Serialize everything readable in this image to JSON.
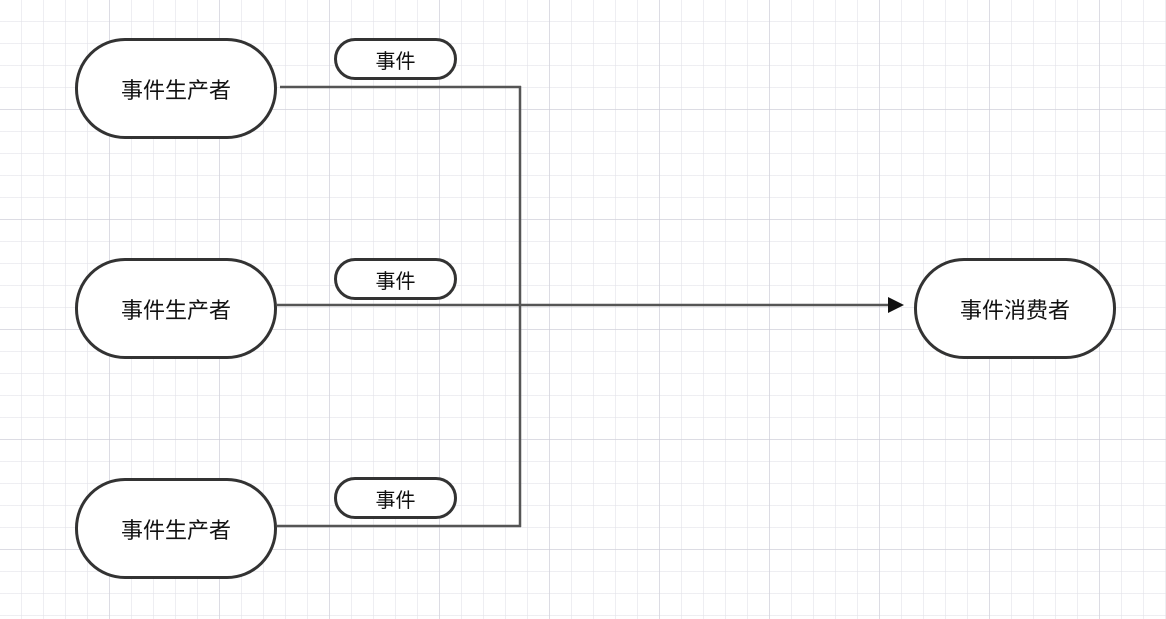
{
  "producers": [
    {
      "label": "事件生产者",
      "event_label": "事件"
    },
    {
      "label": "事件生产者",
      "event_label": "事件"
    },
    {
      "label": "事件生产者",
      "event_label": "事件"
    }
  ],
  "consumer": {
    "label": "事件消费者"
  },
  "colors": {
    "stroke": "#333333",
    "fill": "#ffffff",
    "text": "#111111"
  }
}
